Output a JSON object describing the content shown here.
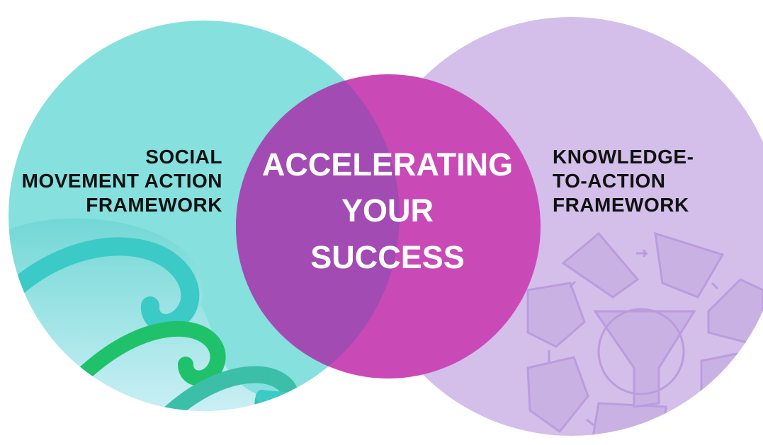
{
  "left_circle": {
    "lines": [
      "SOCIAL",
      "MOVEMENT ACTION",
      "FRAMEWORK"
    ],
    "color": "#85e0de"
  },
  "right_circle": {
    "lines": [
      "KNOWLEDGE-",
      "TO-ACTION",
      "FRAMEWORK"
    ],
    "color": "#d3bfe9"
  },
  "center_circle": {
    "lines": [
      "ACCELERATING",
      "YOUR",
      "SUCCESS"
    ],
    "color": "#c94ab7"
  },
  "colors": {
    "wave_teal": "#3ccac6",
    "wave_green": "#1fc26a",
    "overlap": "#a24cb3",
    "icon": "#c4a9e0"
  },
  "icons": [
    "wave-icon",
    "knowledge-to-action-cycle-icon"
  ]
}
